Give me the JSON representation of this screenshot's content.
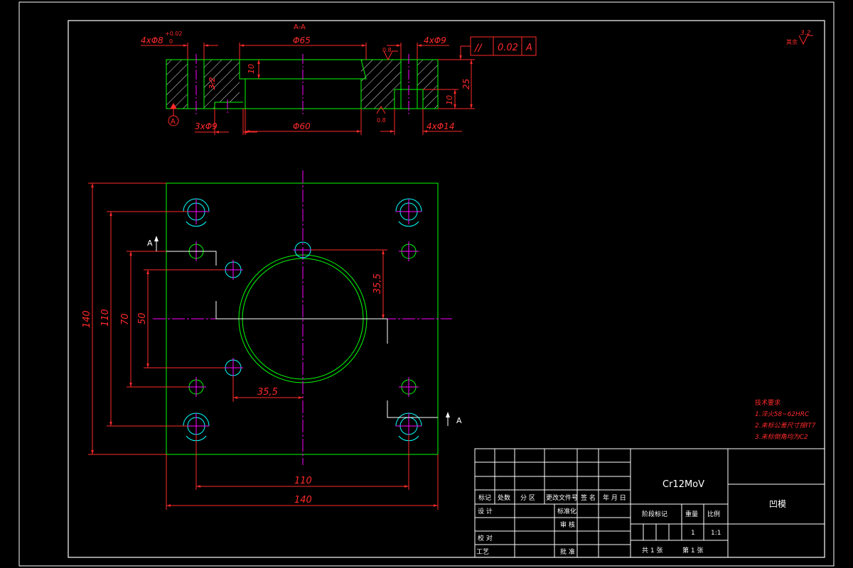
{
  "section": {
    "title": "A-A",
    "dims": {
      "left_holes": "4xΦ8",
      "left_tol": "+0.02",
      "left_tol2": "0",
      "top_dia": "Φ65",
      "top_right_holes": "4xΦ9",
      "rough_top": "0.8",
      "depth10": "10",
      "rough_left": "3.2",
      "height25": "25",
      "height10": "10",
      "datum": "A",
      "bot_left": "3xΦ9",
      "bot_dia": "Φ60",
      "rough_bot": "0.8",
      "bot_right": "4xΦ14"
    },
    "tolerance": {
      "symbol": "//",
      "value": "0.02",
      "datum": "A"
    }
  },
  "corner_roughness": {
    "value": "3.2",
    "note": "其余"
  },
  "plan": {
    "dims": {
      "d140v": "140",
      "d110v": "110",
      "d70v": "70",
      "d50v": "50",
      "d355v": "35,5",
      "d355h": "35,5",
      "d110h": "110",
      "d140h": "140"
    },
    "cut_label_top": "A",
    "cut_label_bottom": "A"
  },
  "tech_req": {
    "title": "技术要求",
    "items": [
      "1.淬火58~62HRC",
      "2.未标公差尺寸按IT7",
      "3.未标倒角均为C2"
    ]
  },
  "title_block": {
    "material": "Cr12MoV",
    "part_name": "凹模",
    "rev_headers": [
      "标记",
      "处数",
      "分 区",
      "更改文件号",
      "签 名",
      "年 月 日"
    ],
    "row_design": "设 计",
    "row_standard": "标准化",
    "row_check": "校 对",
    "row_audit": "审 核",
    "row_process": "工艺",
    "row_approve": "批 准",
    "stage_label": "阶段标记",
    "weight_label": "重量",
    "scale_label": "比例",
    "qty": "1",
    "scale": "1:1",
    "sheets_total": "共 1 张",
    "sheet_no": "第 1 张"
  },
  "colors": {
    "outline": "#00ff00",
    "dim": "#ff2a2a",
    "center": "#ff00ff",
    "hole": "#00ffff",
    "text": "#ffffff",
    "background": "#000000"
  }
}
